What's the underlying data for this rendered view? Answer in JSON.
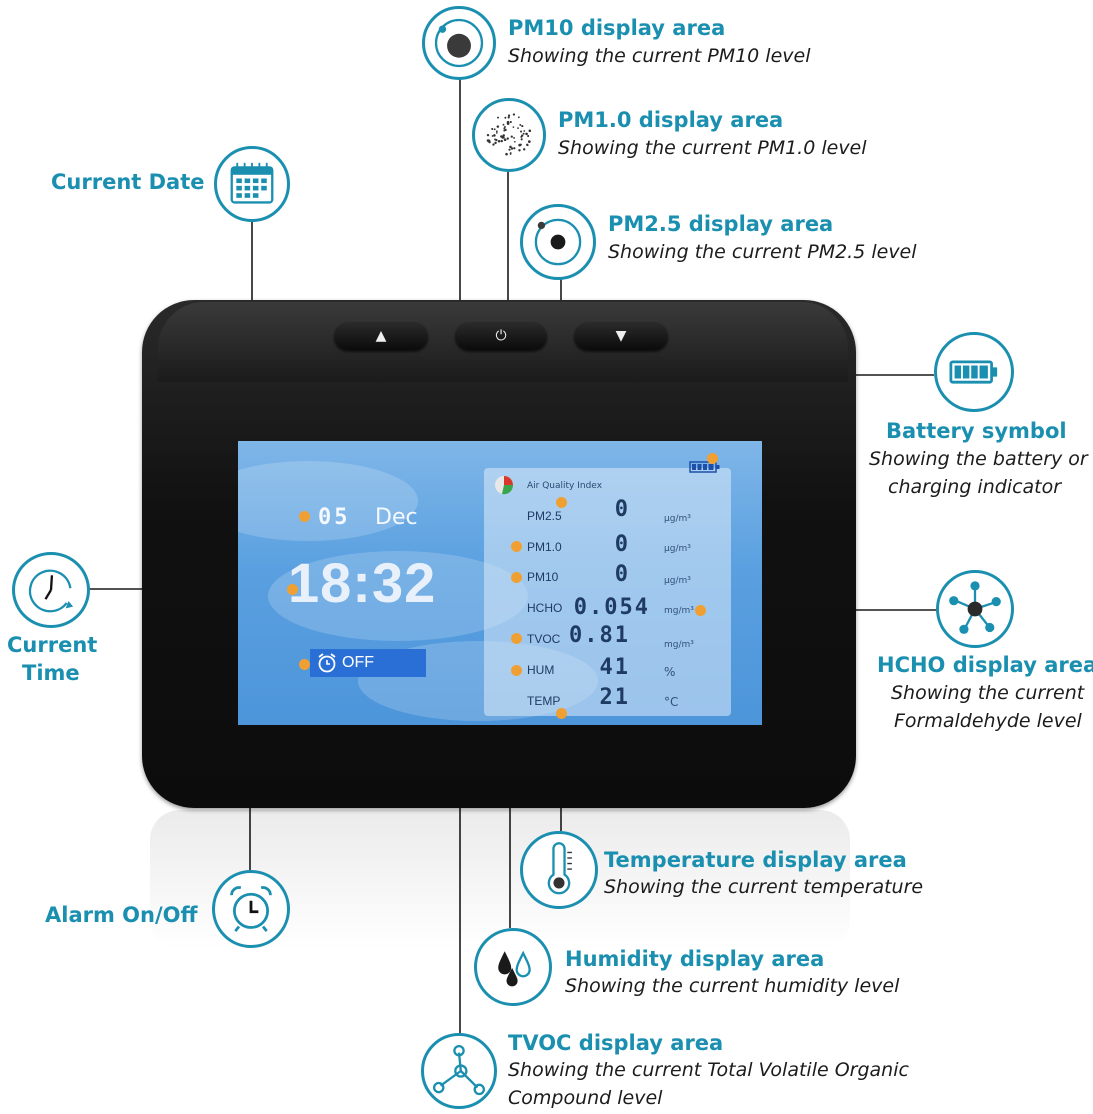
{
  "labels": {
    "pm10": {
      "title": "PM10 display area",
      "desc": "Showing the current PM10 level"
    },
    "pm1": {
      "title": "PM1.0 display area",
      "desc": "Showing the current PM1.0 level"
    },
    "pm25": {
      "title": "PM2.5 display area",
      "desc": "Showing the current PM2.5 level"
    },
    "date": {
      "title": "Current Date"
    },
    "battery": {
      "title": "Battery symbol",
      "desc1": "Showing the battery or",
      "desc2": "charging indicator"
    },
    "time": {
      "title1": "Current",
      "title2": "Time"
    },
    "hcho": {
      "title": "HCHO display area",
      "desc1": "Showing the current",
      "desc2": "Formaldehyde level"
    },
    "alarm": {
      "title": "Alarm On/Off"
    },
    "temp": {
      "title": "Temperature display area",
      "desc": "Showing the current temperature"
    },
    "hum": {
      "title": "Humidity display area",
      "desc": "Showing the current humidity level"
    },
    "tvoc": {
      "title": "TVOC display area",
      "desc1": "Showing the current Total Volatile Organic",
      "desc2": "Compound level"
    }
  },
  "device": {
    "buttons": {
      "up": "▲",
      "power": "⏻",
      "down": "▼"
    },
    "date_day": "05",
    "date_month": "Dec",
    "time": "18:32",
    "alarm_status": "OFF",
    "aqi_title": "Air Quality Index",
    "readings": [
      {
        "label": "PM2.5",
        "value": "0",
        "unit": "μg/m³"
      },
      {
        "label": "PM1.0",
        "value": "0",
        "unit": "μg/m³"
      },
      {
        "label": "PM10",
        "value": "0",
        "unit": "μg/m³"
      },
      {
        "label": "HCHO",
        "value": "0.054",
        "unit": "mg/m³"
      },
      {
        "label": "TVOC",
        "value": "0.81",
        "unit": "mg/m³"
      },
      {
        "label": "HUM",
        "value": "41",
        "unit": "%"
      },
      {
        "label": "TEMP",
        "value": "21",
        "unit": "°C"
      }
    ]
  },
  "colors": {
    "accent": "#1a8fb0",
    "marker": "#f0a032",
    "screen": "#5aa0e0"
  },
  "icons": [
    "particle-large-icon",
    "particle-dust-icon",
    "particle-small-icon",
    "calendar-icon",
    "battery-icon",
    "clock-icon",
    "molecule-icon",
    "alarm-clock-icon",
    "thermometer-icon",
    "droplets-icon",
    "tvoc-molecule-icon"
  ]
}
